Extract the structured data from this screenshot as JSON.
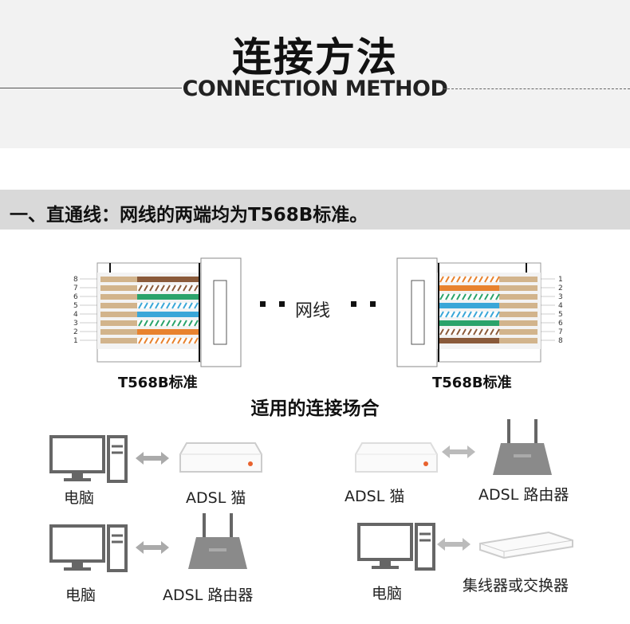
{
  "header": {
    "title_cn": "连接方法",
    "title_en": "CONNECTION METHOD"
  },
  "section": {
    "title": "一、直通线：网线的两端均为T568B标准。"
  },
  "diagram": {
    "cable_label": "网线",
    "left_standard": "T568B标准",
    "right_standard": "T568B标准",
    "left_pins": [
      "8",
      "7",
      "6",
      "5",
      "4",
      "3",
      "2",
      "1"
    ],
    "right_pins": [
      "1",
      "2",
      "3",
      "4",
      "5",
      "6",
      "7",
      "8"
    ]
  },
  "usage": {
    "title": "适用的连接场合",
    "scenarios": [
      {
        "left": "电脑",
        "right": "ADSL 猫"
      },
      {
        "left": "ADSL 猫",
        "right": "ADSL 路由器"
      },
      {
        "left": "电脑",
        "right": "ADSL 路由器"
      },
      {
        "left": "电脑",
        "right": "集线器或交换器"
      }
    ]
  },
  "colors": {
    "orange": "#e8822e",
    "green": "#2aa36b",
    "blue": "#3aa6d8",
    "brown": "#8a5a3a",
    "header_bg": "#f2f2f2",
    "section_bg": "#d9d9d9"
  }
}
